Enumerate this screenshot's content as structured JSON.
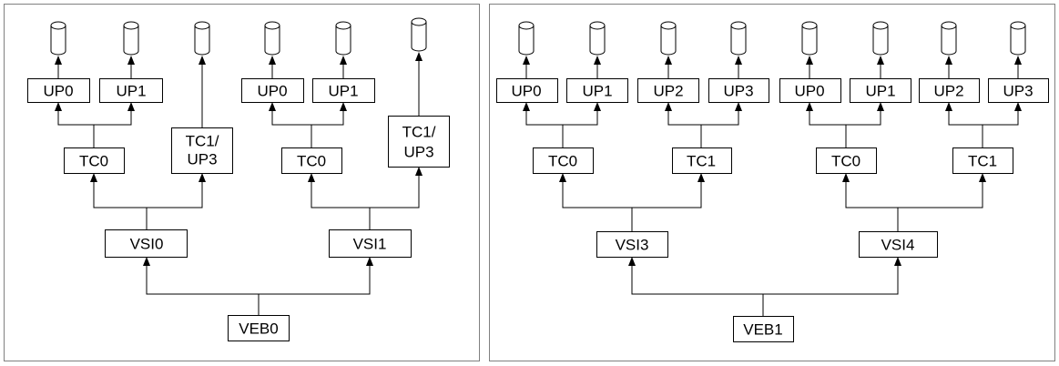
{
  "diagrams": [
    {
      "root": "VEB0",
      "vsis": [
        {
          "label": "VSI0",
          "children": [
            {
              "label": "TC0",
              "children": [
                "UP0",
                "UP1"
              ]
            },
            {
              "label": [
                "TC1/",
                "UP3"
              ],
              "children": []
            }
          ]
        },
        {
          "label": "VSI1",
          "children": [
            {
              "label": "TC0",
              "children": [
                "UP0",
                "UP1"
              ]
            },
            {
              "label": [
                "TC1/",
                "UP3"
              ],
              "children": []
            }
          ]
        }
      ]
    },
    {
      "root": "VEB1",
      "vsis": [
        {
          "label": "VSI3",
          "children": [
            {
              "label": "TC0",
              "children": [
                "UP0",
                "UP1"
              ]
            },
            {
              "label": "TC1",
              "children": [
                "UP2",
                "UP3"
              ]
            }
          ]
        },
        {
          "label": "VSI4",
          "children": [
            {
              "label": "TC0",
              "children": [
                "UP0",
                "UP1"
              ]
            },
            {
              "label": "TC1",
              "children": [
                "UP2",
                "UP3"
              ]
            }
          ]
        }
      ]
    }
  ]
}
